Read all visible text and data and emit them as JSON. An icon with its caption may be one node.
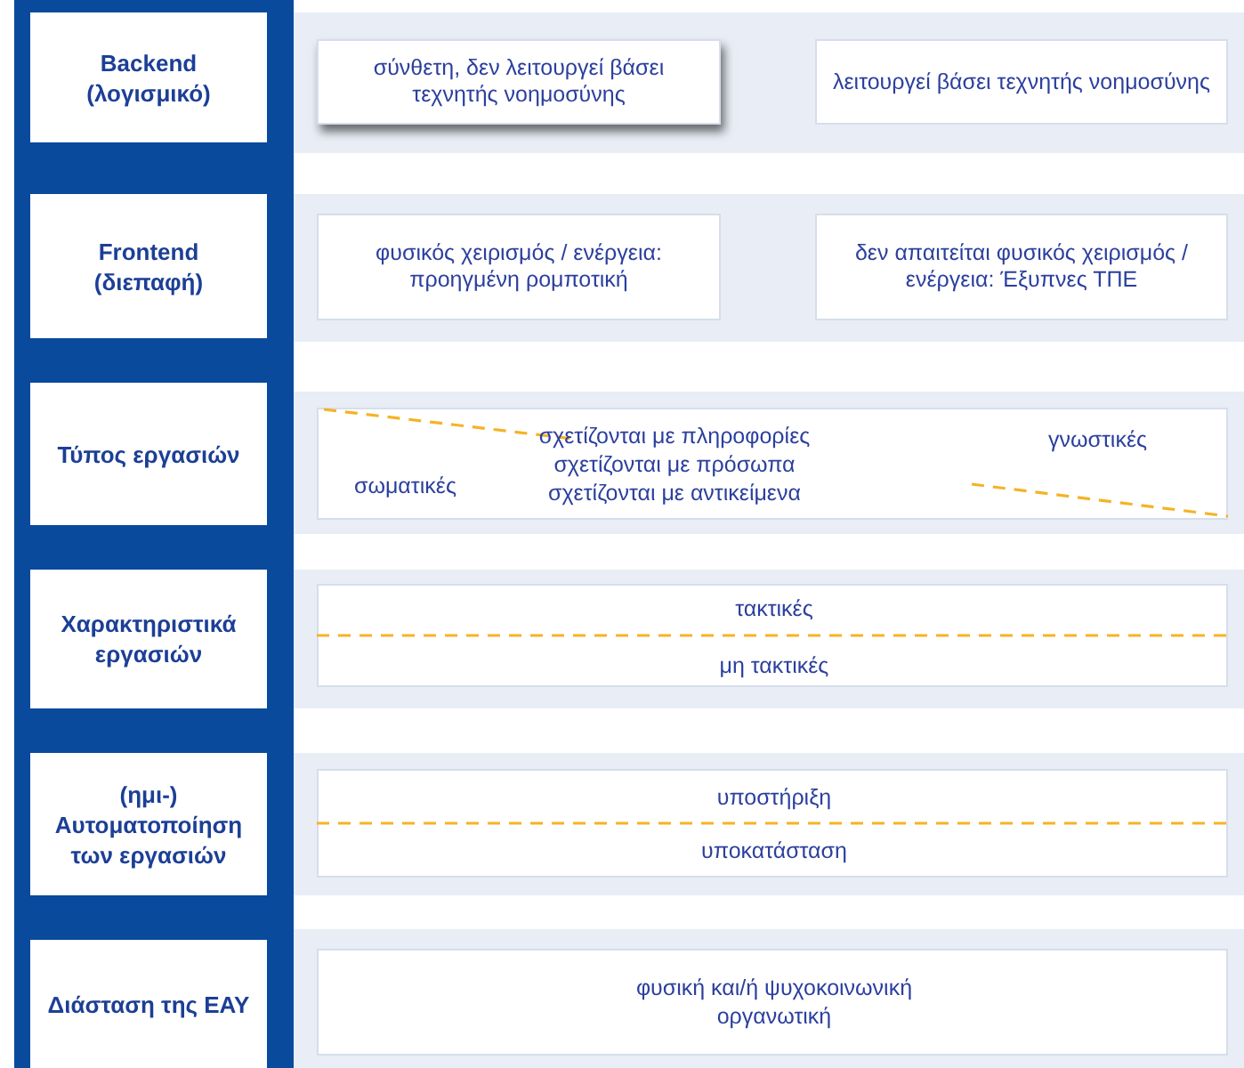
{
  "diagram": {
    "nodes": [
      {
        "text": [
          "Backend (λογισμικό)"
        ]
      },
      {
        "text": [
          "σύνθετη, δεν λειτουργεί βάσει τεχνητής νοημοσύνης"
        ]
      },
      {
        "text": [
          "λειτουργεί βάσει τεχνητής νοημοσύνης"
        ]
      },
      {
        "text": [
          "Frontend (διεπαφή)"
        ]
      },
      {
        "text": [
          "φυσικός χειρισμός / ενέργεια: προηγμένη ρομποτική"
        ]
      },
      {
        "text": [
          "δεν απαιτείται φυσικός χειρισμός / ενέργεια: Έξυπνες ΤΠΕ"
        ]
      },
      {
        "text": [
          "Τύπος εργασιών"
        ]
      },
      {
        "text": [
          "σωματικές",
          "σχετίζονται με πληροφορίες",
          "σχετίζονται με πρόσωπα",
          "σχετίζονται με αντικείμενα",
          "γνωστικές"
        ]
      },
      {
        "text": [
          "Χαρακτηριστικά εργασιών"
        ]
      },
      {
        "text": [
          "τακτικές",
          "μη τακτικές"
        ]
      },
      {
        "text": [
          "(ημι-) Αυτοματοποίηση των εργασιών"
        ]
      },
      {
        "text": [
          "υποστήριξη",
          "υποκατάσταση"
        ]
      },
      {
        "text": [
          "Διάσταση της ΕΑΥ"
        ]
      },
      {
        "text": [
          "φυσική και/ή ψυχοκοινωνική",
          "οργανωτική"
        ]
      }
    ]
  }
}
